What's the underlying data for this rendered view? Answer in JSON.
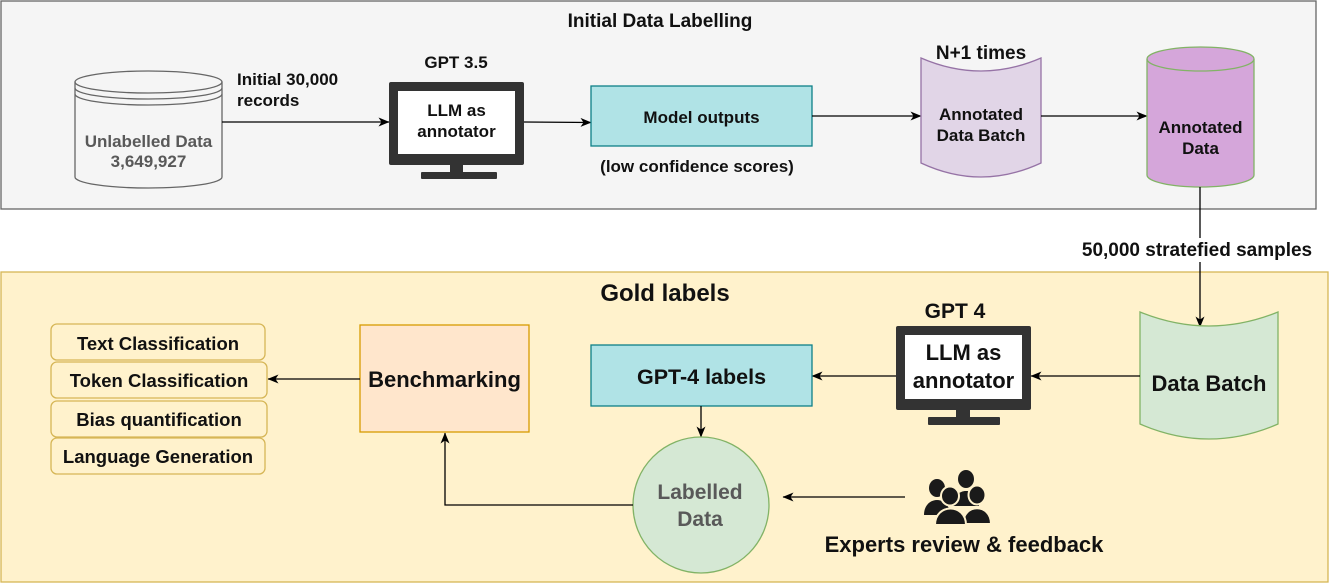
{
  "initial_labelling": {
    "title": "Initial Data Labelling",
    "unlabelled_data": {
      "line1": "Unlabelled Data",
      "line2": "3,649,927"
    },
    "input_label": {
      "line1": "Initial 30,000",
      "line2": "records"
    },
    "annotator": {
      "model": "GPT 3.5",
      "line1": "LLM as",
      "line2": "annotator"
    },
    "model_outputs": {
      "label": "Model outputs",
      "note": "(low confidence scores)"
    },
    "annotated_batch": {
      "repeat_label": "N+1 times",
      "line1": "Annotated",
      "line2": "Data Batch"
    },
    "annotated_data": {
      "line1": "Annotated",
      "line2": "Data"
    }
  },
  "sampling_label": "50,000 stratefied samples",
  "gold_labels": {
    "title": "Gold labels",
    "data_batch": "Data Batch",
    "annotator": {
      "model": "GPT 4",
      "line1": "LLM as",
      "line2": "annotator"
    },
    "gpt4_labels": "GPT-4 labels",
    "labelled_data": {
      "line1": "Labelled",
      "line2": "Data"
    },
    "experts_label": "Experts review & feedback",
    "benchmarking": "Benchmarking",
    "tasks": [
      "Text Classification",
      "Token Classification",
      "Bias quantification",
      "Language Generation"
    ]
  },
  "icons": {
    "unlabelled_data": "database-icon",
    "annotators": "monitor-icon",
    "experts": "users-group-icon"
  },
  "colors": {
    "initial_panel_fill": "#f5f5f5",
    "initial_panel_stroke": "#666666",
    "gold_panel_fill": "#fff2cc",
    "gold_panel_stroke": "#d6b656",
    "store_fill": "#f5f5f5",
    "store_stroke": "#666666",
    "cyan_fill": "#b0e3e6",
    "cyan_stroke": "#0e8088",
    "purple_fill": "#e1d5e7",
    "purple_stroke": "#9673a6",
    "annotated_data_fill": "#d5a6da",
    "green_fill": "#d5e8d4",
    "green_stroke": "#82b366",
    "orange_fill": "#ffe6cc",
    "orange_stroke": "#d79b00",
    "monitor": "#333333",
    "muted_text": "#595959",
    "people": "#1a1a1a"
  }
}
